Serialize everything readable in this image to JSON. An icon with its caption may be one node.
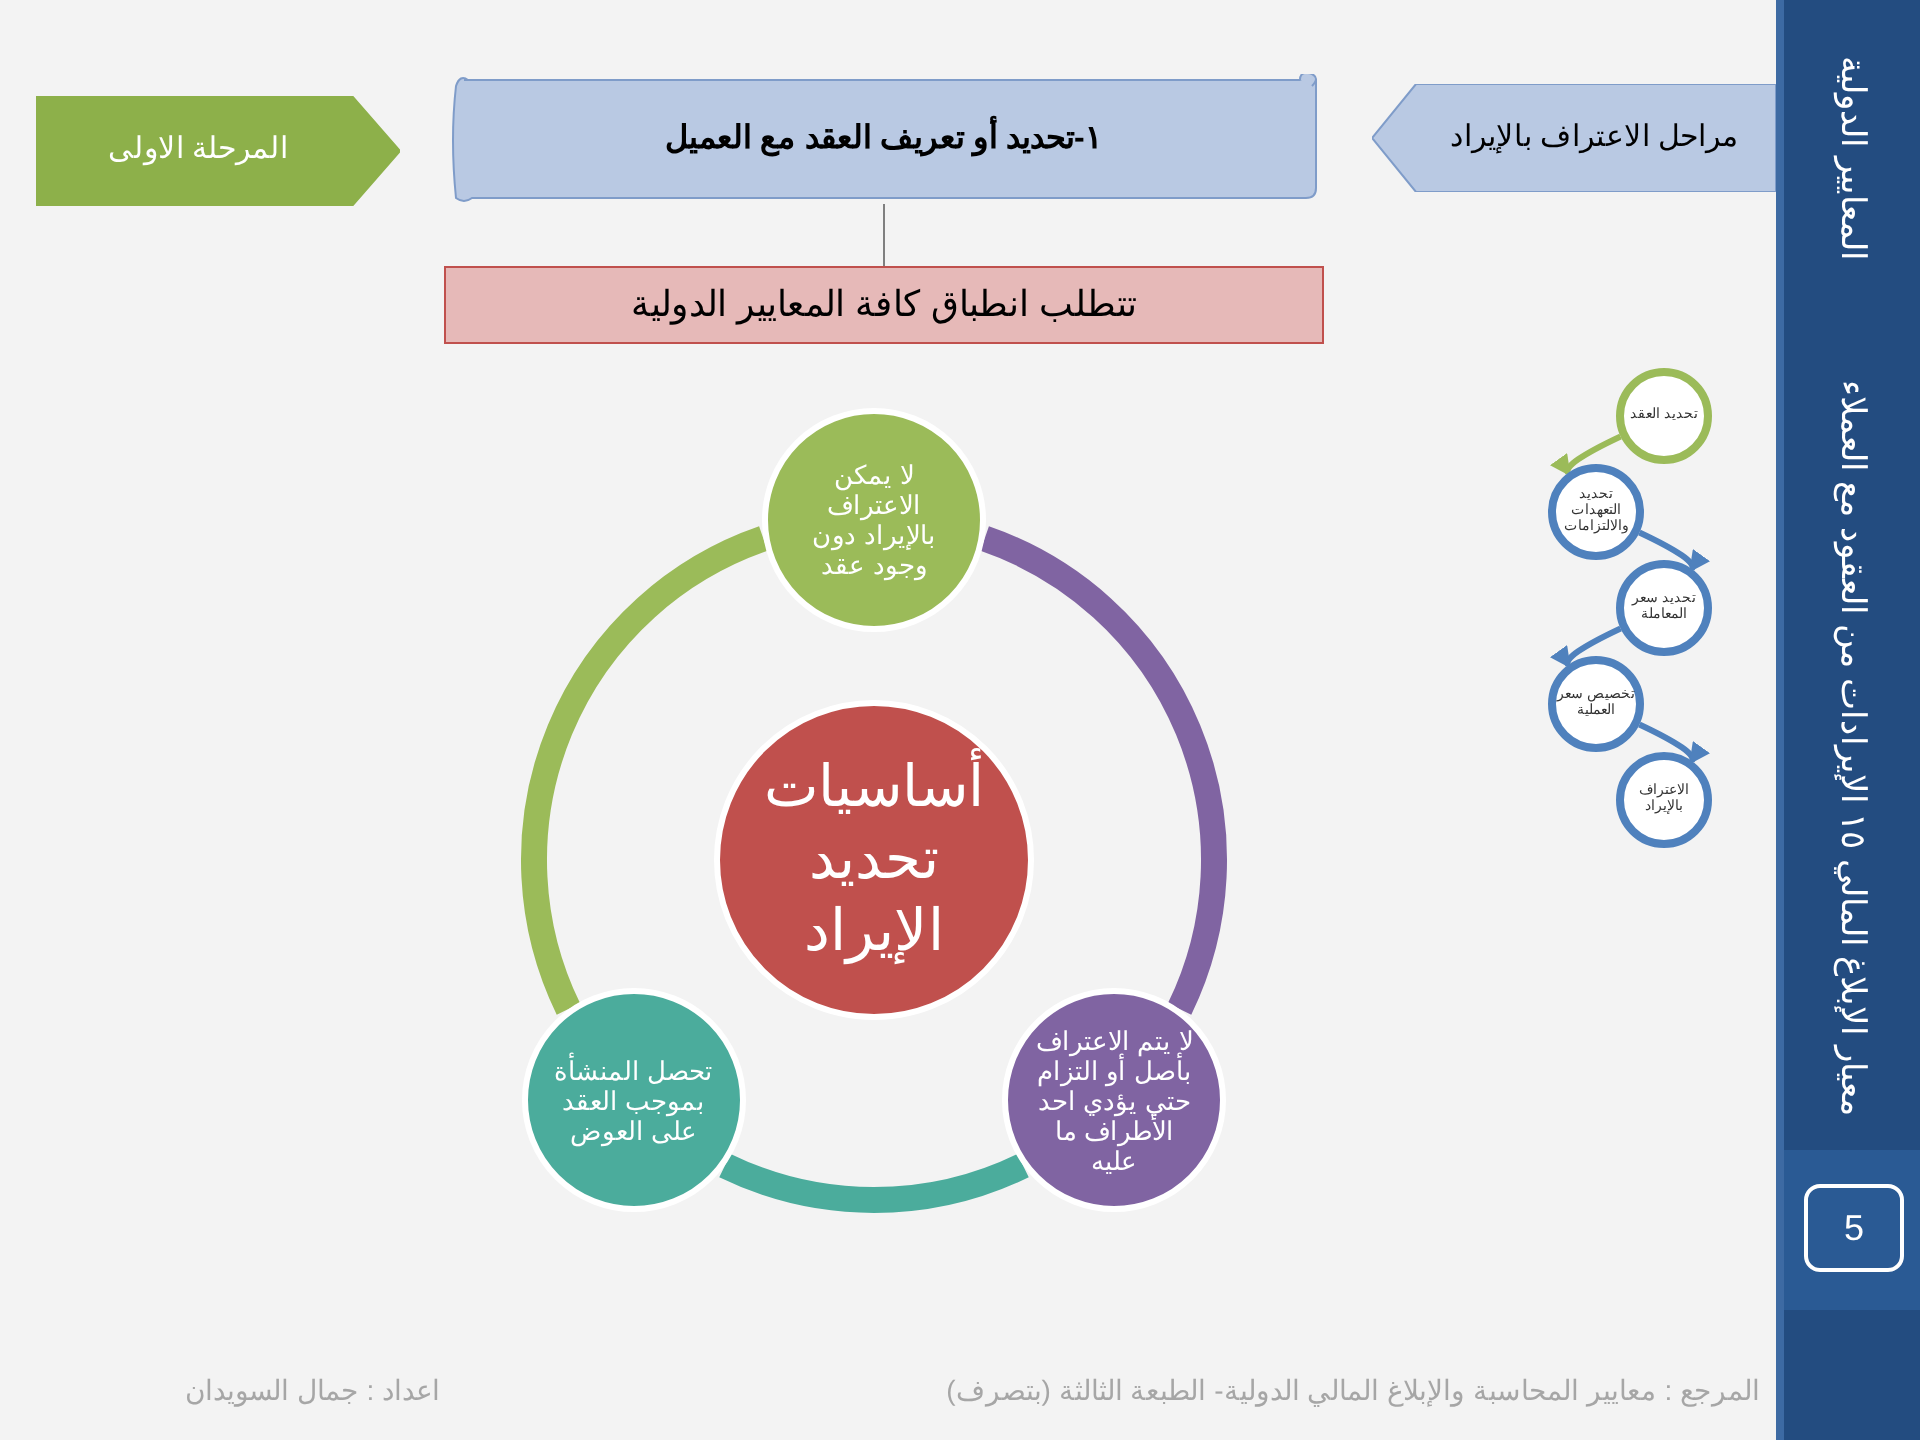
{
  "diagram": {
    "nodes": [
      {
        "text": [
          "مراحل الاعتراف بالإيراد"
        ]
      },
      {
        "text": [
          "١-تحديد أو تعريف العقد مع العميل"
        ]
      },
      {
        "text": [
          "المرحلة الاولى"
        ]
      },
      {
        "text": [
          "تتطلب انطباق كافة المعايير الدولية"
        ]
      },
      {
        "text": [
          "أساسيات تحديد الإيراد"
        ]
      },
      {
        "text": [
          "لا يمكن الاعتراف بالإيراد دون وجود عقد"
        ]
      },
      {
        "text": [
          "لا يتم الاعتراف بأصل أو التزام حتي يؤدي احد الأطراف ما عليه"
        ]
      },
      {
        "text": [
          "تحصل المنشأة بموجب العقد على العوض"
        ]
      },
      {
        "text": [
          "تحديد العقد"
        ]
      },
      {
        "text": [
          "تحديد التعهدات والالتزامات"
        ]
      },
      {
        "text": [
          "تحديد سعر المعاملة"
        ]
      },
      {
        "text": [
          "تخصيص سعر العملية"
        ]
      },
      {
        "text": [
          "الاعتراف بالإيراد"
        ]
      },
      {
        "text": [
          "المعايير الدولية",
          "معيار الإبلاغ المالي ١٥ الإيرادات من العقود مع العملاء"
        ]
      },
      {
        "text": [
          "5"
        ],
        "in": 13
      }
    ],
    "edges": [
      {
        "from": 1,
        "to": 3,
        "arrow": "none",
        "color": "#7f7f7f"
      },
      {
        "from": 5,
        "to": 6,
        "arrow": "none",
        "style": "thick",
        "color": "#8064a2"
      },
      {
        "from": 6,
        "to": 7,
        "arrow": "none",
        "style": "thick",
        "color": "#4bac9c"
      },
      {
        "from": 7,
        "to": 5,
        "arrow": "none",
        "style": "thick",
        "color": "#9bbb59"
      },
      {
        "from": 8,
        "to": 9,
        "arrow": "to",
        "color": "#9bbb59"
      },
      {
        "from": 9,
        "to": 10,
        "arrow": "to",
        "color": "#4f81bd"
      },
      {
        "from": 10,
        "to": 11,
        "arrow": "to",
        "color": "#4f81bd"
      },
      {
        "from": 11,
        "to": 12,
        "arrow": "to",
        "color": "#4f81bd"
      }
    ],
    "labels": [
      "المرجع : معايير المحاسبة والإبلاغ المالي الدولية- الطبعة الثالثة (بتصرف)",
      "اعداد : جمال السويدان"
    ]
  }
}
